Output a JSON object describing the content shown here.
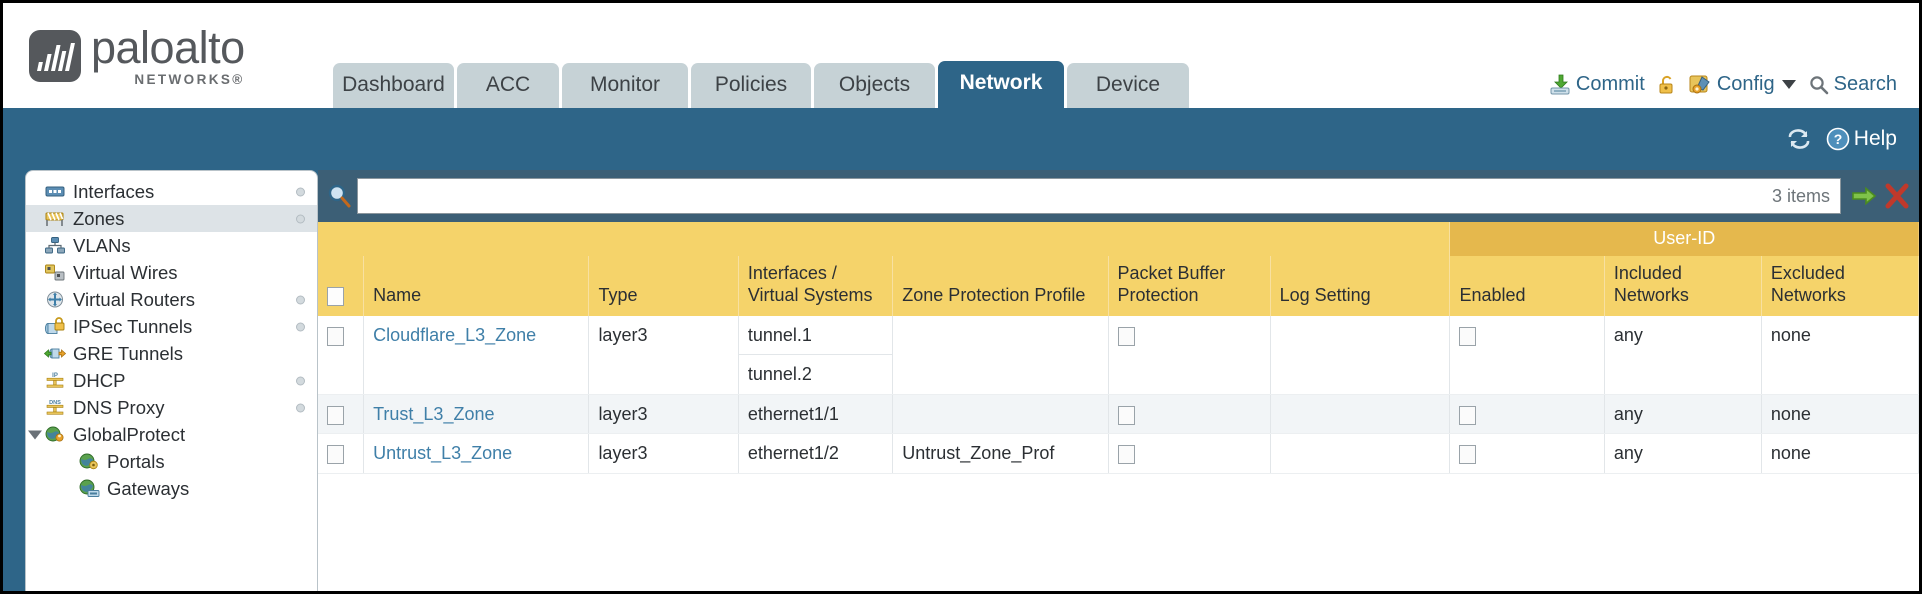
{
  "brand": {
    "name": "paloalto",
    "tagline": "NETWORKS®"
  },
  "tabs": [
    {
      "label": "Dashboard",
      "active": false
    },
    {
      "label": "ACC",
      "active": false
    },
    {
      "label": "Monitor",
      "active": false
    },
    {
      "label": "Policies",
      "active": false
    },
    {
      "label": "Objects",
      "active": false
    },
    {
      "label": "Network",
      "active": true
    },
    {
      "label": "Device",
      "active": false
    }
  ],
  "topright": {
    "commit": "Commit",
    "config": "Config",
    "search": "Search"
  },
  "subbar": {
    "help": "Help"
  },
  "sidebar": {
    "items": [
      {
        "label": "Interfaces",
        "icon": "interfaces-icon",
        "child": false,
        "selected": false,
        "dot": true,
        "triangle": false
      },
      {
        "label": "Zones",
        "icon": "zones-icon",
        "child": false,
        "selected": true,
        "dot": true,
        "triangle": false
      },
      {
        "label": "VLANs",
        "icon": "vlans-icon",
        "child": false,
        "selected": false,
        "dot": false,
        "triangle": false
      },
      {
        "label": "Virtual Wires",
        "icon": "virtual-wires-icon",
        "child": false,
        "selected": false,
        "dot": false,
        "triangle": false
      },
      {
        "label": "Virtual Routers",
        "icon": "virtual-routers-icon",
        "child": false,
        "selected": false,
        "dot": true,
        "triangle": false
      },
      {
        "label": "IPSec Tunnels",
        "icon": "ipsec-tunnels-icon",
        "child": false,
        "selected": false,
        "dot": true,
        "triangle": false
      },
      {
        "label": "GRE Tunnels",
        "icon": "gre-tunnels-icon",
        "child": false,
        "selected": false,
        "dot": false,
        "triangle": false
      },
      {
        "label": "DHCP",
        "icon": "dhcp-icon",
        "child": false,
        "selected": false,
        "dot": true,
        "triangle": false
      },
      {
        "label": "DNS Proxy",
        "icon": "dns-proxy-icon",
        "child": false,
        "selected": false,
        "dot": true,
        "triangle": false
      },
      {
        "label": "GlobalProtect",
        "icon": "globalprotect-icon",
        "child": false,
        "selected": false,
        "dot": false,
        "triangle": true
      },
      {
        "label": "Portals",
        "icon": "portals-icon",
        "child": true,
        "selected": false,
        "dot": false,
        "triangle": false
      },
      {
        "label": "Gateways",
        "icon": "gateways-icon",
        "child": true,
        "selected": false,
        "dot": false,
        "triangle": false
      }
    ]
  },
  "search": {
    "value": "",
    "placeholder": "",
    "item_count": "3 items"
  },
  "table": {
    "group_header": "User-ID",
    "columns": [
      "Name",
      "Type",
      "Interfaces / Virtual Systems",
      "Zone Protection Profile",
      "Packet Buffer Protection",
      "Log Setting",
      "Enabled",
      "Included Networks",
      "Excluded Networks"
    ],
    "rows": [
      {
        "name": "Cloudflare_L3_Zone",
        "type": "layer3",
        "interfaces": [
          "tunnel.1",
          "tunnel.2"
        ],
        "zone_protection_profile": "",
        "packet_buffer_protection": false,
        "log_setting": "",
        "user_id_enabled": false,
        "included_networks": "any",
        "excluded_networks": "none"
      },
      {
        "name": "Trust_L3_Zone",
        "type": "layer3",
        "interfaces": [
          "ethernet1/1"
        ],
        "zone_protection_profile": "",
        "packet_buffer_protection": false,
        "log_setting": "",
        "user_id_enabled": false,
        "included_networks": "any",
        "excluded_networks": "none"
      },
      {
        "name": "Untrust_L3_Zone",
        "type": "layer3",
        "interfaces": [
          "ethernet1/2"
        ],
        "zone_protection_profile": "Untrust_Zone_Prof",
        "packet_buffer_protection": false,
        "log_setting": "",
        "user_id_enabled": false,
        "included_networks": "any",
        "excluded_networks": "none"
      }
    ]
  },
  "colors": {
    "brand_blue": "#2e6588",
    "header_yellow": "#f5d36a",
    "group_yellow": "#e5b84d",
    "link_blue": "#3f7fa8"
  }
}
